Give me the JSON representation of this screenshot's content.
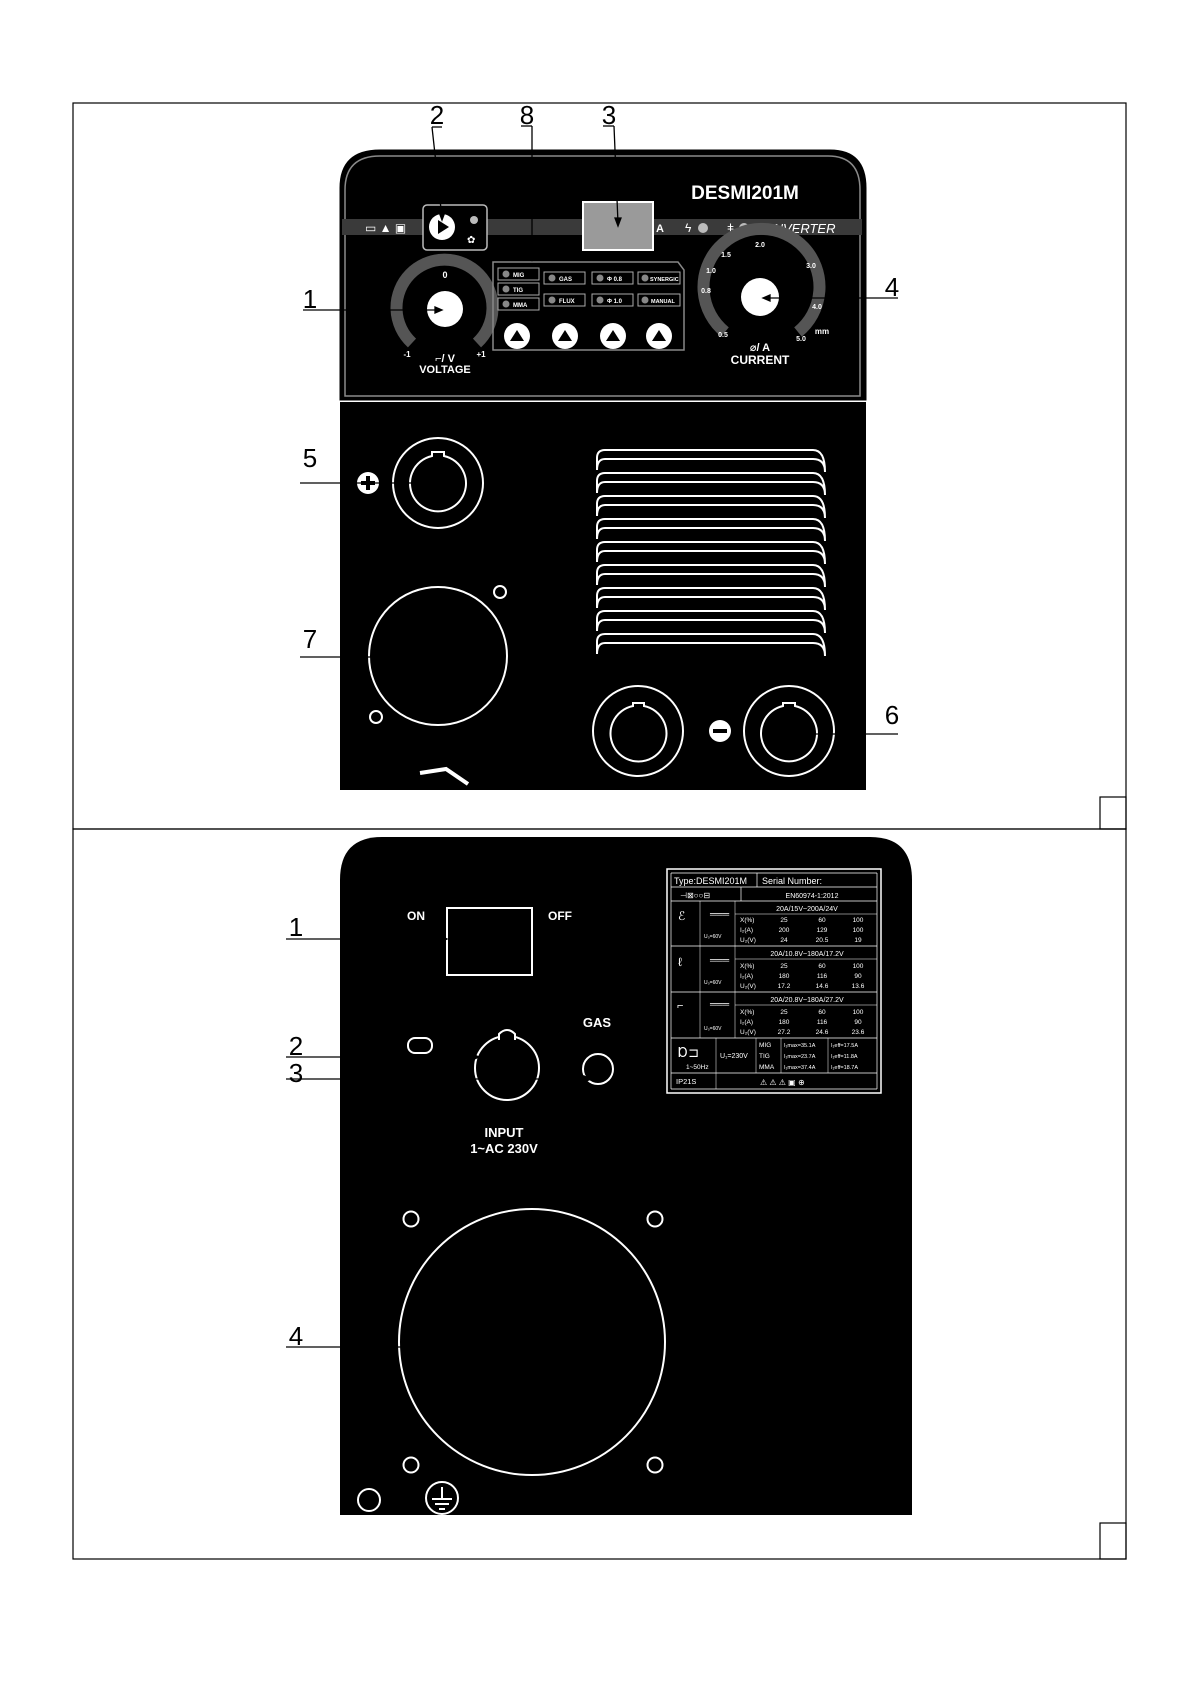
{
  "front_panel": {
    "model": "DESMI201M",
    "inverter_label": "INVERTER",
    "voltage_label": "VOLTAGE",
    "voltage_unit": "⌐/ V",
    "voltage_scale": [
      "-1",
      "0",
      "+1"
    ],
    "current_label": "CURRENT",
    "current_unit": "⌀/ A",
    "current_scale": [
      "0.5",
      "0.8",
      "1.0",
      "1.5",
      "2.0",
      "3.0",
      "4.0",
      "5.0"
    ],
    "current_scale_unit": "mm",
    "display_unit": "A",
    "mode_buttons": [
      "MIG",
      "TIG",
      "MMA"
    ],
    "gas_buttons": [
      "GAS",
      "FLUX"
    ],
    "wire_buttons": [
      "Φ 0.8",
      "Φ 1.0"
    ],
    "program_buttons": [
      "SYNERGIC",
      "MANUAL"
    ],
    "callouts": [
      "1",
      "2",
      "3",
      "4",
      "5",
      "6",
      "7",
      "8"
    ]
  },
  "rear_panel": {
    "switch_on": "ON",
    "switch_off": "OFF",
    "gas_label": "GAS",
    "input_label": "INPUT",
    "input_voltage": "1~AC 230V",
    "callouts": [
      "1",
      "2",
      "3",
      "4"
    ],
    "plate": {
      "type": "Type:DESMI201M",
      "serial": "Serial Number:",
      "standard": "EN60974-1:2012",
      "mig": {
        "range": "20A/15V~200A/24V",
        "u0": "U₀=60V",
        "rows": [
          [
            "X(%)",
            "25",
            "60",
            "100"
          ],
          [
            "I₂(A)",
            "200",
            "129",
            "100"
          ],
          [
            "U₂(V)",
            "24",
            "20.5",
            "19"
          ]
        ]
      },
      "tig": {
        "range": "20A/10.8V~180A/17.2V",
        "u0": "U₀=60V",
        "rows": [
          [
            "X(%)",
            "25",
            "60",
            "100"
          ],
          [
            "I₂(A)",
            "180",
            "116",
            "90"
          ],
          [
            "U₂(V)",
            "17.2",
            "14.6",
            "13.6"
          ]
        ]
      },
      "mma": {
        "range": "20A/20.8V~180A/27.2V",
        "u0": "U₀=60V",
        "rows": [
          [
            "X(%)",
            "25",
            "60",
            "100"
          ],
          [
            "I₂(A)",
            "180",
            "116",
            "90"
          ],
          [
            "U₂(V)",
            "27.2",
            "24.6",
            "23.6"
          ]
        ]
      },
      "supply_freq": "1~50Hz",
      "supply_voltage": "U₁=230V",
      "supply_rows": [
        [
          "MIG",
          "I₁max=35.1A",
          "I₁eff=17.5A"
        ],
        [
          "TIG",
          "I₁max=23.7A",
          "I₁eff=11.8A"
        ],
        [
          "MMA",
          "I₁max=37.4A",
          "I₁eff=18.7A"
        ]
      ],
      "protection": "IP21S"
    }
  }
}
